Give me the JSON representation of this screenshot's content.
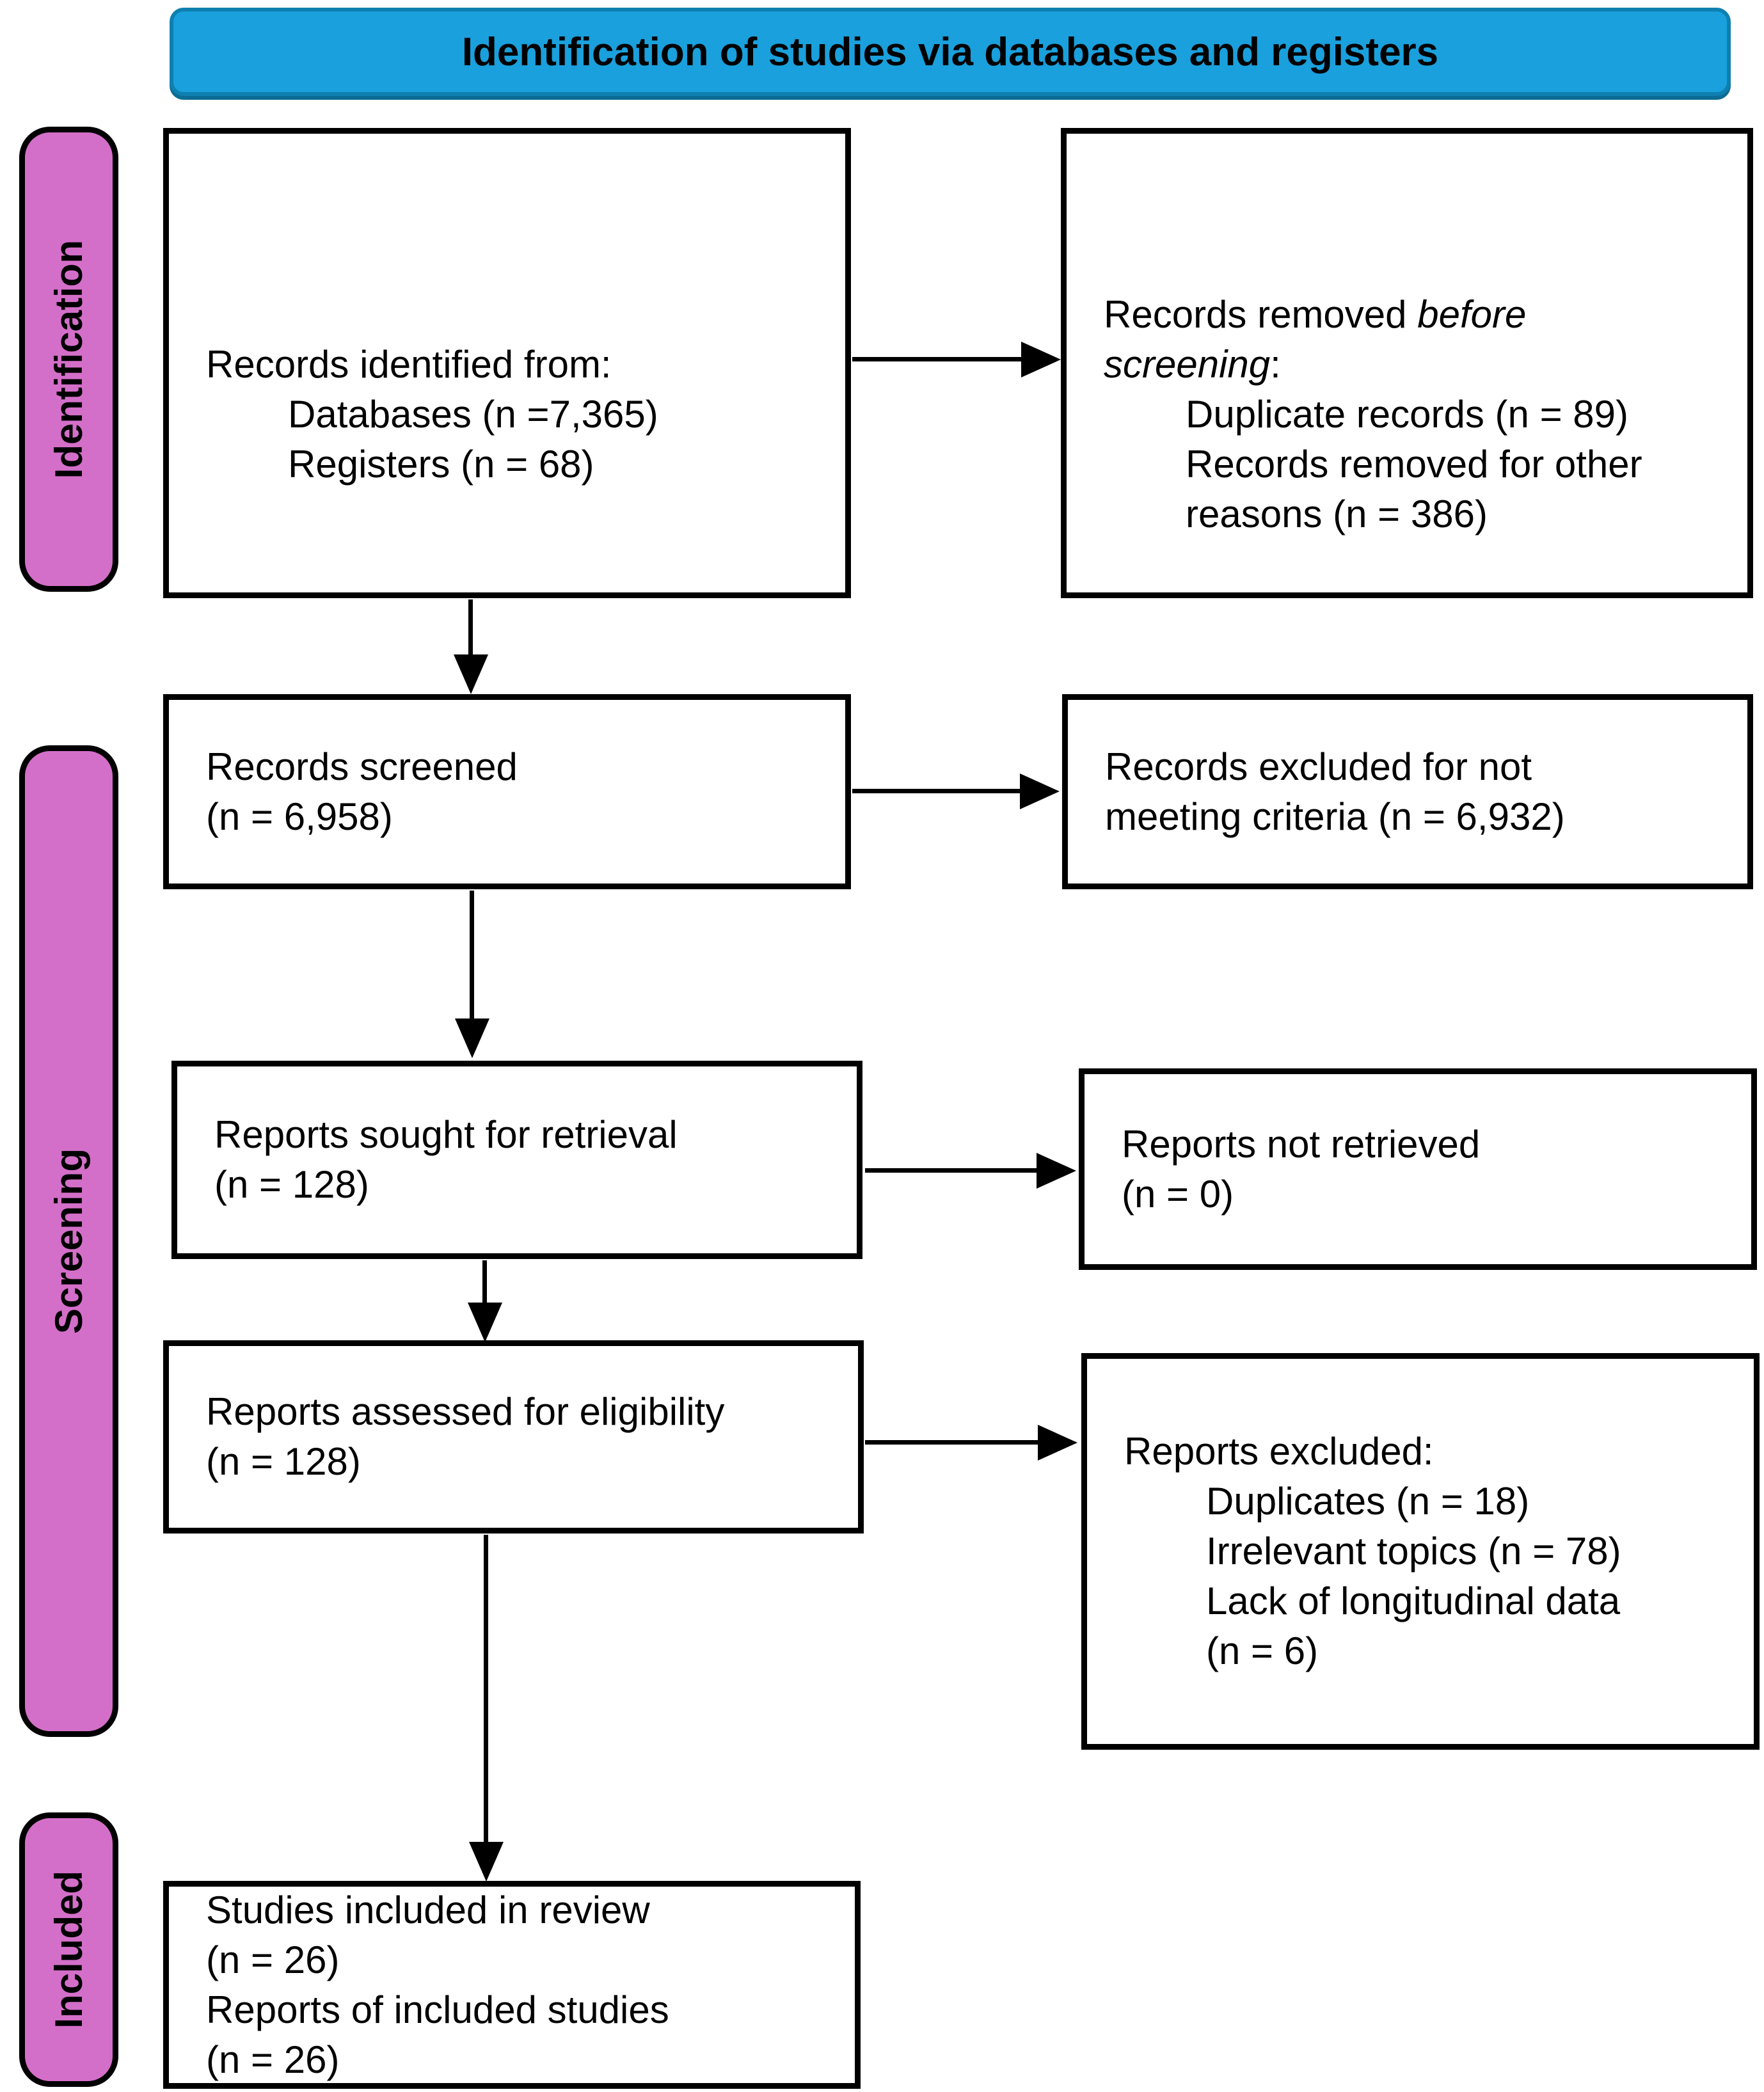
{
  "header": {
    "title": "Identification of studies via databases and registers"
  },
  "stage_labels": [
    {
      "id": "identification",
      "label": "Identification"
    },
    {
      "id": "screening",
      "label": "Screening"
    },
    {
      "id": "included",
      "label": "Included"
    }
  ],
  "colors": {
    "header_bg": "#1AA0DC",
    "header_border": "#0E80B0",
    "stage_label_bg": "#D46FC9",
    "box_bg": "#FFFFFF",
    "box_border": "#000000",
    "arrow": "#000000",
    "text": "#000000"
  },
  "boxes": {
    "records_identified": {
      "title": "Records identified from:",
      "items": [
        "Databases (n =7,365)",
        "Registers (n = 68)"
      ]
    },
    "records_removed": {
      "title_normal_1": "Records removed ",
      "title_italic_line_1": "before",
      "title_italic_line_2": "screening",
      "title_normal_2": ":",
      "items_lines": [
        "Duplicate records (n = 89)",
        "Records removed for other",
        "reasons (n = 386)"
      ]
    },
    "records_screened": {
      "lines": [
        "Records screened",
        "(n = 6,958)"
      ]
    },
    "records_excluded": {
      "lines": [
        "Records excluded for not",
        "meeting criteria (n = 6,932)"
      ]
    },
    "reports_sought": {
      "lines": [
        "Reports sought for retrieval",
        "(n = 128)"
      ]
    },
    "reports_not_retrieved": {
      "lines": [
        "Reports not retrieved",
        "(n = 0)"
      ]
    },
    "reports_assessed": {
      "lines": [
        "Reports assessed for eligibility",
        "(n = 128)"
      ]
    },
    "reports_excluded": {
      "title": "Reports excluded:",
      "items_lines": [
        "Duplicates (n = 18)",
        "Irrelevant topics (n = 78)",
        "Lack of longitudinal data",
        "(n = 6)"
      ]
    },
    "studies_included": {
      "lines": [
        "Studies included in review",
        "(n = 26)",
        "Reports of included studies",
        "(n = 26)"
      ]
    }
  }
}
